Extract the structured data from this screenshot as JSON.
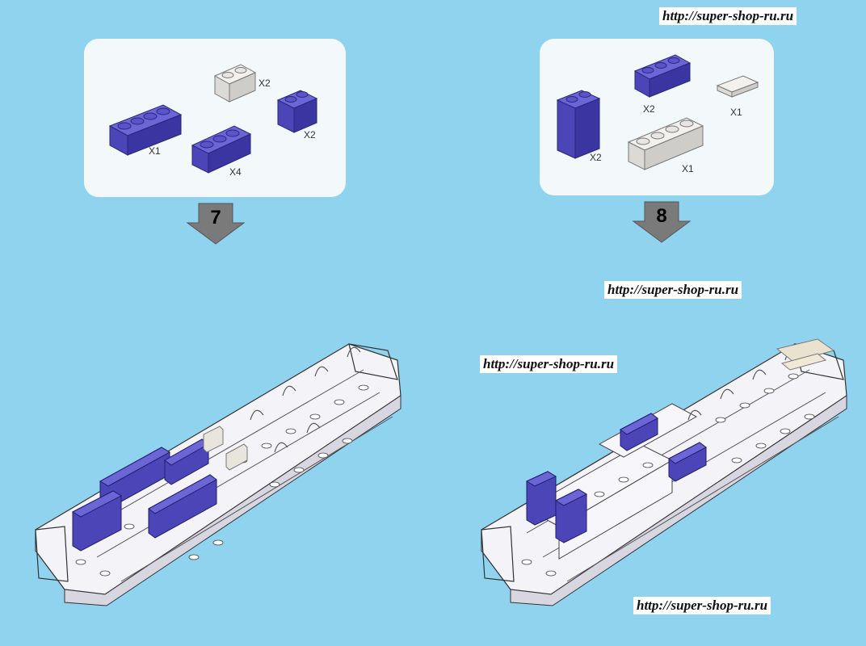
{
  "watermarks": [
    "http://super-shop-ru.ru",
    "http://super-shop-ru.ru",
    "http://super-shop-ru.ru",
    "http://super-shop-ru.ru"
  ],
  "steps": [
    {
      "number": "7",
      "parts": [
        {
          "icon": "blue-brick-1x4-icon",
          "qty": "X1"
        },
        {
          "icon": "white-brick-1x2-icon",
          "qty": "X2"
        },
        {
          "icon": "blue-brick-1x2-icon",
          "qty": "X2"
        },
        {
          "icon": "blue-brick-1x3-icon",
          "qty": "X4"
        }
      ]
    },
    {
      "number": "8",
      "parts": [
        {
          "icon": "blue-brick-1x2x2-icon",
          "qty": "X2"
        },
        {
          "icon": "blue-brick-1x3-icon",
          "qty": "X2"
        },
        {
          "icon": "white-tile-1x2-icon",
          "qty": "X1"
        },
        {
          "icon": "white-brick-1x4-icon",
          "qty": "X1"
        }
      ]
    }
  ],
  "colors": {
    "background": "#8fd3ef",
    "panel": "#f3f8fb",
    "brick_blue": "#4b45b8",
    "brick_white": "#e8e6e2",
    "arrow": "#7a7a7a"
  }
}
